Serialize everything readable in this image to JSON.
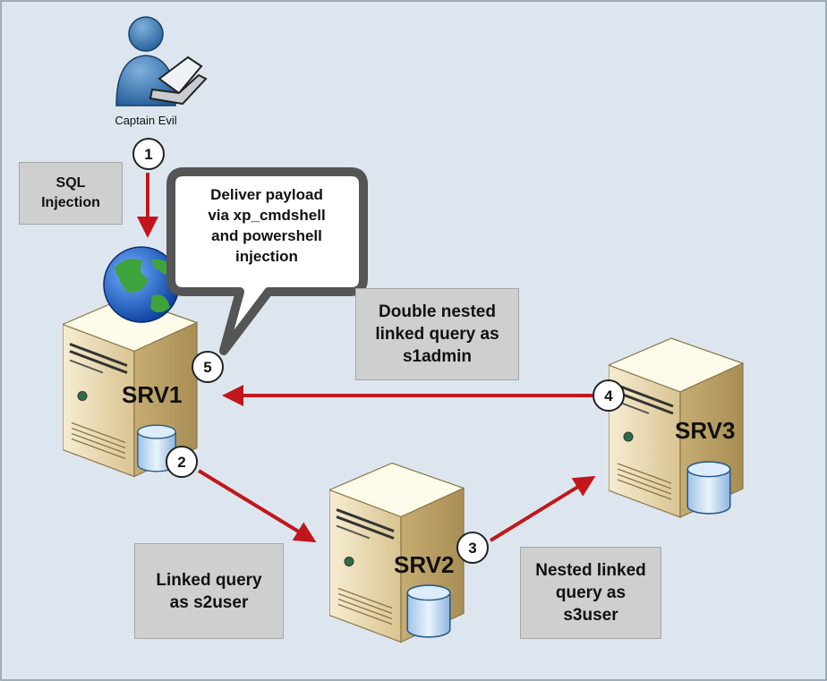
{
  "actor": {
    "name": "Captain Evil",
    "icon": "attacker-laptop-icon"
  },
  "servers": [
    {
      "id": "srv1",
      "label": "SRV1"
    },
    {
      "id": "srv2",
      "label": "SRV2"
    },
    {
      "id": "srv3",
      "label": "SRV3"
    }
  ],
  "steps": [
    "1",
    "2",
    "3",
    "4",
    "5"
  ],
  "notes": {
    "sql_injection": "SQL\nInjection",
    "payload": "Deliver payload\nvia xp_cmdshell\nand powershell\ninjection",
    "double_nested": "Double nested\nlinked query as\ns1admin",
    "linked_query": "Linked query\nas s2user",
    "nested_linked": "Nested linked\nquery as\ns3user"
  },
  "colors": {
    "background": "#dde6ef",
    "arrow": "#c0161c",
    "note_box": "#cfcfcf",
    "bubble_border": "#555555",
    "server_body": "#e8d9b0"
  }
}
